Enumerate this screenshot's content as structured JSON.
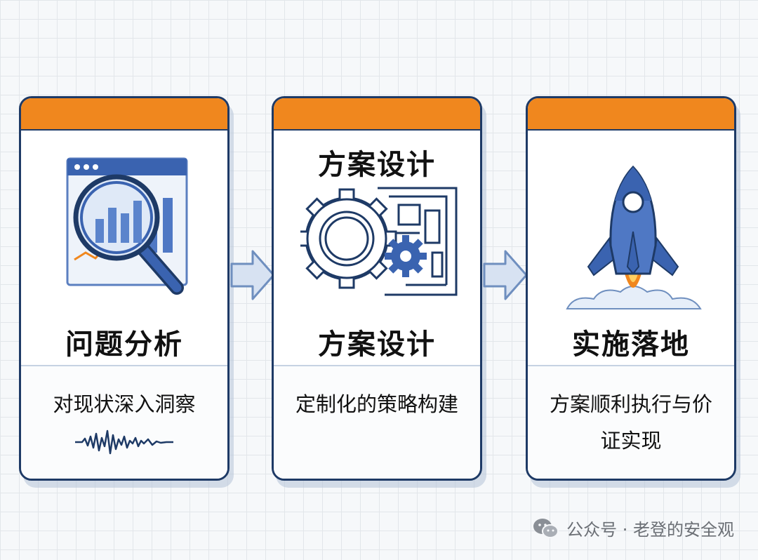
{
  "steps": [
    {
      "title": "问题分析",
      "description": "对现状深入洞察",
      "icon": "magnifier-chart-icon"
    },
    {
      "heading": "方案设计",
      "title": "方案设计",
      "description": "定制化的策略构建",
      "icon": "gears-blueprint-icon"
    },
    {
      "title": "实施落地",
      "description": "方案顺利执行与价证实现",
      "icon": "rocket-icon"
    }
  ],
  "footer": {
    "icon": "wechat-icon",
    "text": "公众号 · 老登的安全观"
  },
  "colors": {
    "accent_orange": "#f0871e",
    "border_navy": "#1e3a66",
    "icon_blue": "#3a63b0",
    "arrow_fill": "#d7e2f2"
  }
}
